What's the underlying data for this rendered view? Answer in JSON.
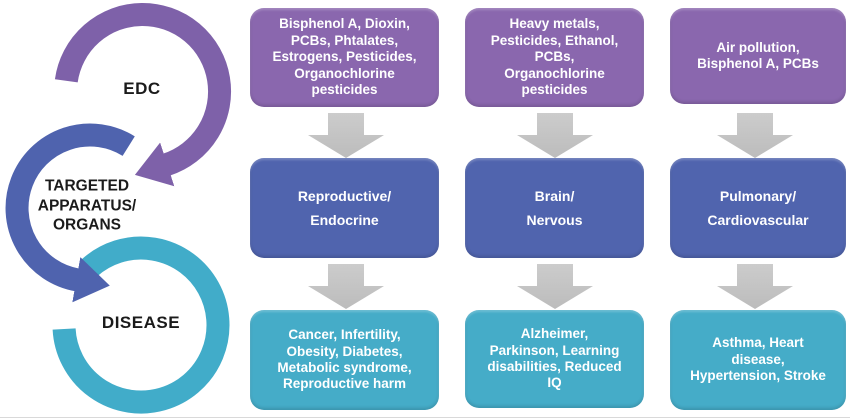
{
  "colors": {
    "purple_box": "#8a67ae",
    "purple_ring": "#7e61a9",
    "blue_box": "#5064ae",
    "blue_ring": "#4f63ae",
    "teal_box": "#45acc8",
    "teal_ring": "#41acc9",
    "arrow_gray": "#c3c3c3",
    "box_text": "#ffffff",
    "label_text": "#1b1b1b"
  },
  "cycle": {
    "steps": [
      {
        "id": "edc",
        "label": "EDC"
      },
      {
        "id": "targeted-apparatus-organs",
        "label": "TARGETED\nAPPARATUS/\nORGANS"
      },
      {
        "id": "disease",
        "label": "DISEASE"
      }
    ]
  },
  "columns": [
    {
      "edc_sources": "Bisphenol A, Dioxin,\nPCBs, Phtalates,\nEstrogens, Pesticides,\nOrganochlorine\npesticides",
      "target": "Reproductive/\nEndocrine",
      "diseases": "Cancer, Infertility,\nObesity, Diabetes,\nMetabolic syndrome,\nReproductive harm"
    },
    {
      "edc_sources": "Heavy metals,\nPesticides, Ethanol,\nPCBs,\nOrganochlorine\npesticides",
      "target": "Brain/\nNervous",
      "diseases": "Alzheimer,\nParkinson, Learning\ndisabilities, Reduced\nIQ"
    },
    {
      "edc_sources": "Air pollution,\nBisphenol A, PCBs",
      "target": "Pulmonary/\nCardiovascular",
      "diseases": "Asthma, Heart\ndisease,\nHypertension, Stroke"
    }
  ]
}
